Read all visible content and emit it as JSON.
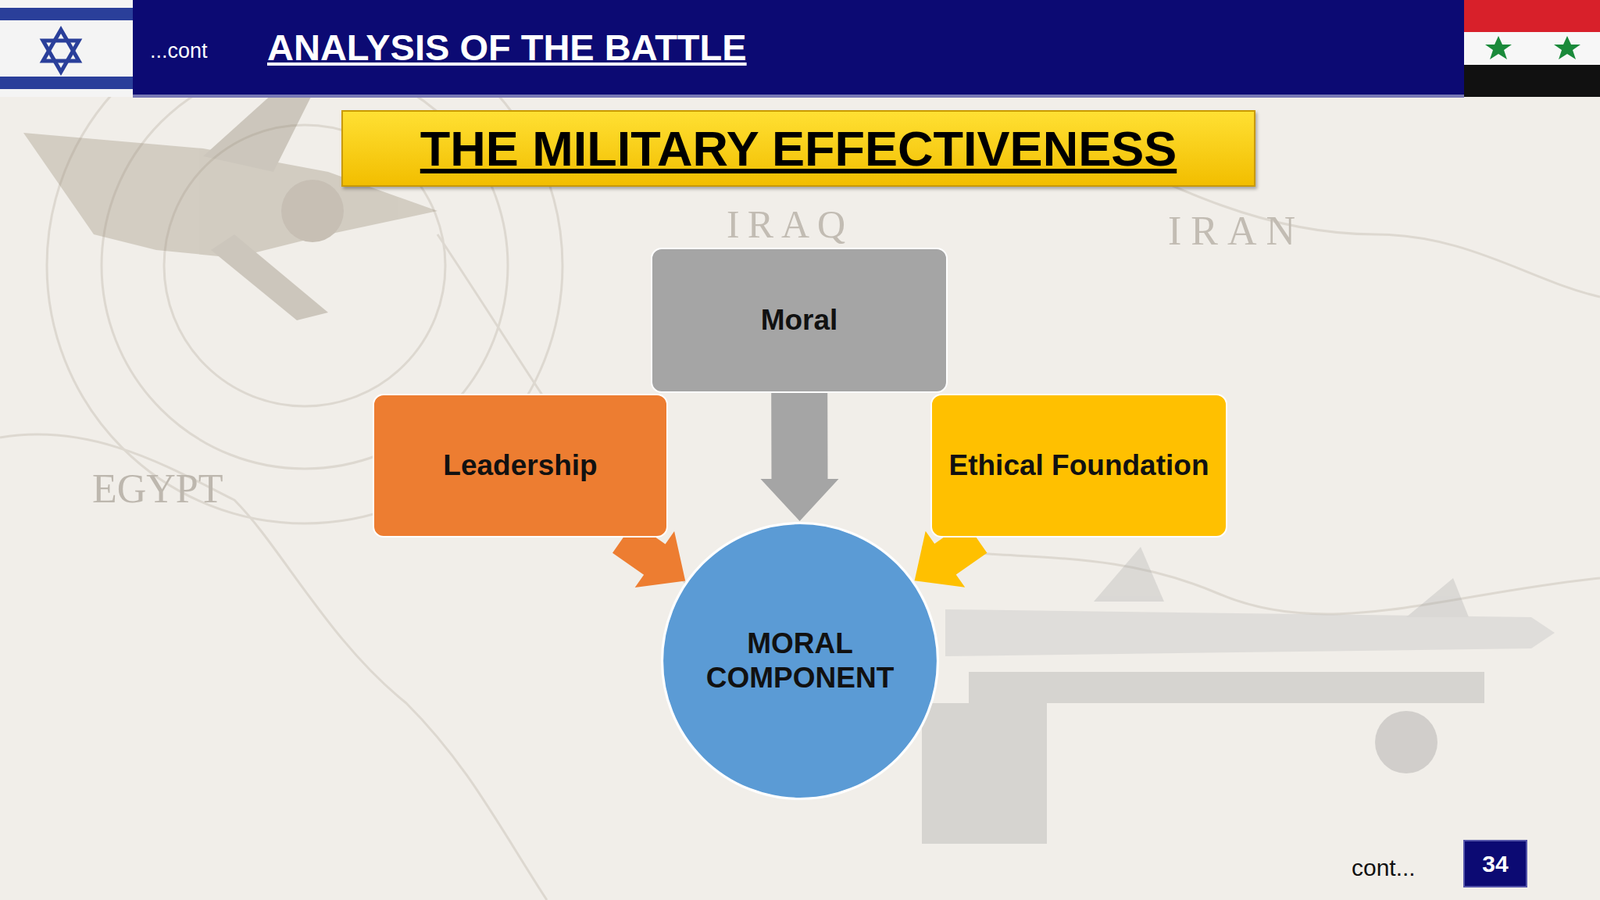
{
  "diagram": {
    "title": "ANALYSIS OF THE BATTLE",
    "nodes": [
      {
        "text": [
          "THE MILITARY EFFECTIVENESS"
        ]
      },
      {
        "text": [
          "Moral"
        ]
      },
      {
        "text": [
          "Leadership"
        ]
      },
      {
        "text": [
          "Ethical Foundation"
        ]
      },
      {
        "text": [
          "MORAL COMPONENT"
        ]
      },
      {
        "text": [
          "34"
        ]
      }
    ],
    "edges": [
      {
        "from": 1,
        "to": 4,
        "arrow": "to"
      },
      {
        "from": 2,
        "to": 4,
        "arrow": "to"
      },
      {
        "from": 3,
        "to": 4,
        "arrow": "to"
      }
    ],
    "labels": [
      "...cont",
      "IRAQ",
      "IRAN",
      "EGYPT",
      "cont..."
    ]
  }
}
